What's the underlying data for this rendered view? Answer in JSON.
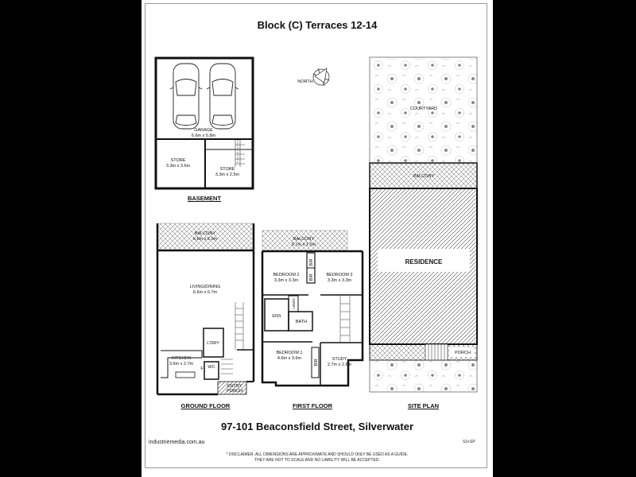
{
  "title": "Block (C) Terraces 12-14",
  "address": "97-101 Beaconsfield Street, Silverwater",
  "website": "industriemedia.com.au",
  "code": "S3+SP",
  "disclaimer": {
    "line1": "* DISCLAIMER: ALL DIMENSIONS ARE APPROXIMATE AND SHOULD ONLY BE USED AS A GUIDE.",
    "line2": "THEY ARE NOT TO SCALE AND NO LIABILITY WILL BE ACCEPTED."
  },
  "floor_labels": {
    "basement": "BASEMENT",
    "ground": "GROUND FLOOR",
    "first": "FIRST FLOOR",
    "site": "SITE PLAN"
  },
  "north_label": "NORTH",
  "basement": {
    "garage": {
      "name": "GARAGE",
      "dim": "6.6m x 5.8m"
    },
    "store1": {
      "name": "STORE",
      "dim": "3.3m x 3.6m"
    },
    "store2": {
      "name": "STORE",
      "dim": "3.3m x 2.5m"
    }
  },
  "ground": {
    "balcony": {
      "name": "BALCONY",
      "dim": "6.6m x 2.0m"
    },
    "living": {
      "name": "LIVING/DINING",
      "dim": "6.6m x 6.7m"
    },
    "laundry": "L'DRY",
    "kitchen": {
      "name": "KITCHEN",
      "dim": "3.6m x 2.7m"
    },
    "wc": "WC",
    "entry": "ENTRY",
    "porch": "PORCH",
    "f_mark": "F"
  },
  "first": {
    "balcony": {
      "name": "BALCONY",
      "dim": "5.7m x 1.5m"
    },
    "bed2": {
      "name": "BEDROOM 2",
      "dim": "3.3m x 3.3m"
    },
    "bed3": {
      "name": "BEDROOM 3",
      "dim": "3.3m x 3.3m"
    },
    "bir_a": "BIR",
    "bir_b": "BIR",
    "bir_c": "BIR",
    "linen": "LINEN",
    "ens": "ENS",
    "bath": "BATH",
    "bed1": {
      "name": "BEDROOM 1",
      "dim": "4.6m x 3.6m"
    },
    "study": {
      "name": "STUDY",
      "dim": "2.7m x 2.6m"
    }
  },
  "site": {
    "courtyard": "COURTYARD",
    "balcony": "BALCONY",
    "residence": "RESIDENCE",
    "porch": "PORCH"
  },
  "colors": {
    "line": "#111111",
    "hatch": "#555555",
    "background": "#000000"
  }
}
